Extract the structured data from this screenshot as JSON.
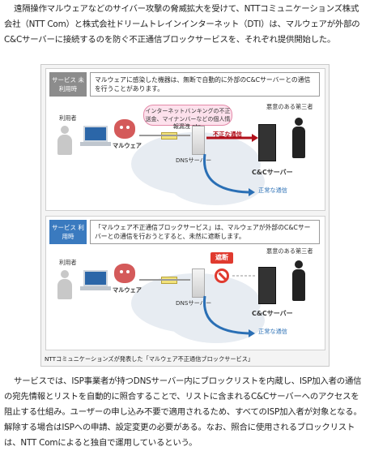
{
  "paragraph1": "遠隔操作マルウェアなどのサイバー攻撃の脅威拡大を受けて、NTTコミュニケーションズ株式会社（NTT Com）と株式会社ドリームトレインインターネット（DTI）は、マルウェアが外部のC&Cサーバーに接続するのを防ぐ不正通信ブロックサービスを、それぞれ提供開始した。",
  "figure": {
    "panel_without": {
      "tag": "サービス 未利用時",
      "note": "マルウェアに感染した機器は、無断で自動的に外部のC&Cサーバーとの通信を行うことがあります。",
      "bubble": "インターネットバンキングの不正送金、マイナンバーなどの個人情報漏洩 etc.",
      "user_label": "利用者",
      "malware_label": "マルウェア",
      "dns_label": "DNSサーバー",
      "illegal_label": "不正な通信",
      "third_party_label": "悪意のある第三者",
      "cc_label": "C&Cサーバー",
      "normal_label": "正常な通信"
    },
    "panel_with": {
      "tag": "サービス 利用時",
      "note": "「マルウェア不正通信ブロックサービス」は、マルウェアが外部のC&Cサーバーとの通信を行おうとすると、未然に遮断します。",
      "block_label": "遮断",
      "user_label": "利用者",
      "malware_label": "マルウェア",
      "dns_label": "DNSサーバー",
      "third_party_label": "悪意のある第三者",
      "cc_label": "C&Cサーバー",
      "normal_label": "正常な通信"
    },
    "caption": "NTTコミュニケーションズが発表した「マルウェア不正通信ブロックサービス」",
    "colors": {
      "accent_blue": "#2a6fb5",
      "block_red": "#e03a2f",
      "tag_gray": "#8c8c8c",
      "tag_blue": "#3a7abf"
    }
  },
  "paragraph2": "サービスでは、ISP事業者が持つDNSサーバー内にブロックリストを内蔵し、ISP加入者の通信の宛先情報とリストを自動的に照合することで、リストに含まれるC&Cサーバーへのアクセスを阻止する仕組み。ユーザーの申し込み不要で適用されるため、すべてのISP加入者が対象となる。解除する場合はISPへの申請、設定変更の必要がある。なお、照合に使用されるブロックリストは、NTT Comによると独自で運用しているという。"
}
